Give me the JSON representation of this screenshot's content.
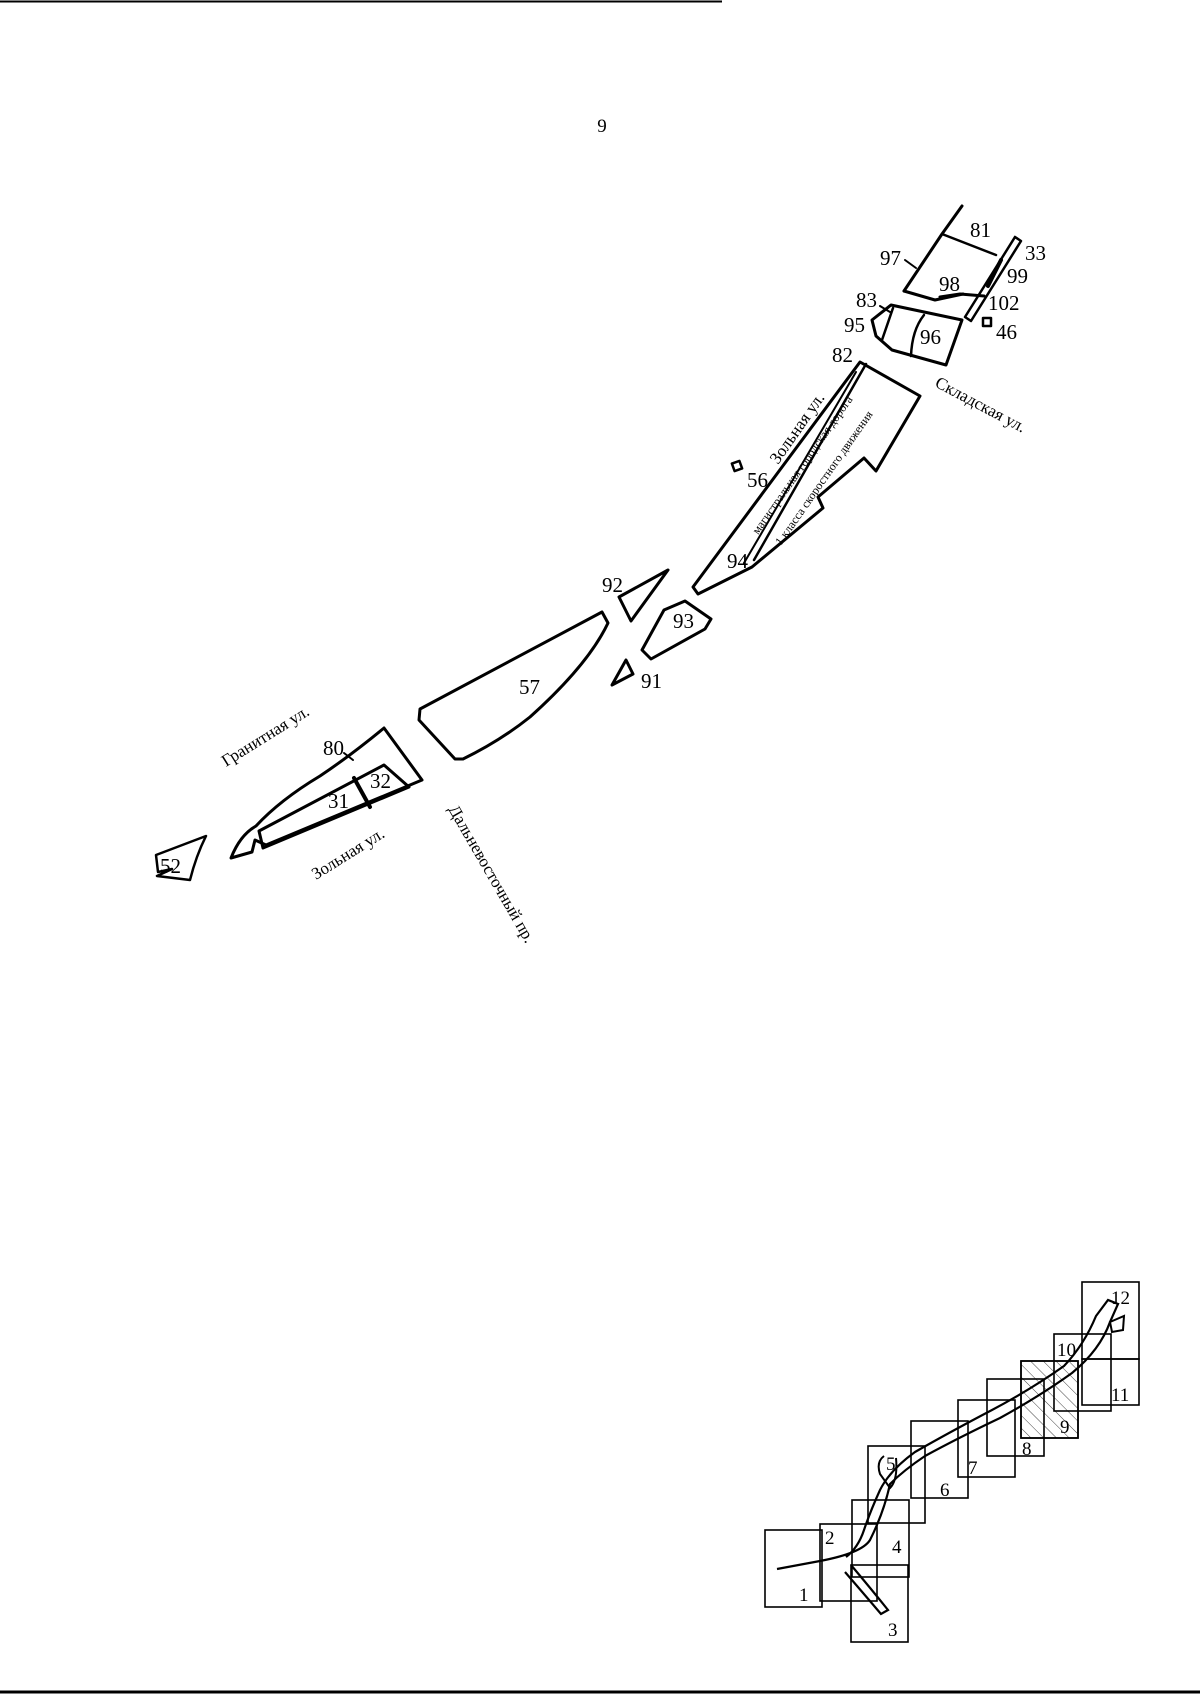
{
  "page": {
    "number": "9"
  },
  "streets": {
    "zolnaya_upper": "Зольная ул.",
    "skladskaya": "Складская ул.",
    "granitnaya": "Гранитная ул.",
    "zolnaya_lower": "Зольная ул.",
    "dalnevostochny": "Дальневосточный пр."
  },
  "highway": {
    "line1": "магистральная городская дорога",
    "line2": "1 класса скоростного движения"
  },
  "parcels": {
    "p81": "81",
    "p33": "33",
    "p97": "97",
    "p98": "98",
    "p99": "99",
    "p102": "102",
    "p83": "83",
    "p95": "95",
    "p96": "96",
    "p46": "46",
    "p82": "82",
    "p56": "56",
    "p94": "94",
    "p92": "92",
    "p93": "93",
    "p57": "57",
    "p91": "91",
    "p80": "80",
    "p32": "32",
    "p31": "31",
    "p52": "52"
  },
  "index_map": {
    "sheets": [
      "1",
      "2",
      "3",
      "4",
      "5",
      "6",
      "7",
      "8",
      "9",
      "10",
      "11",
      "12"
    ],
    "highlighted_sheet": "9"
  }
}
